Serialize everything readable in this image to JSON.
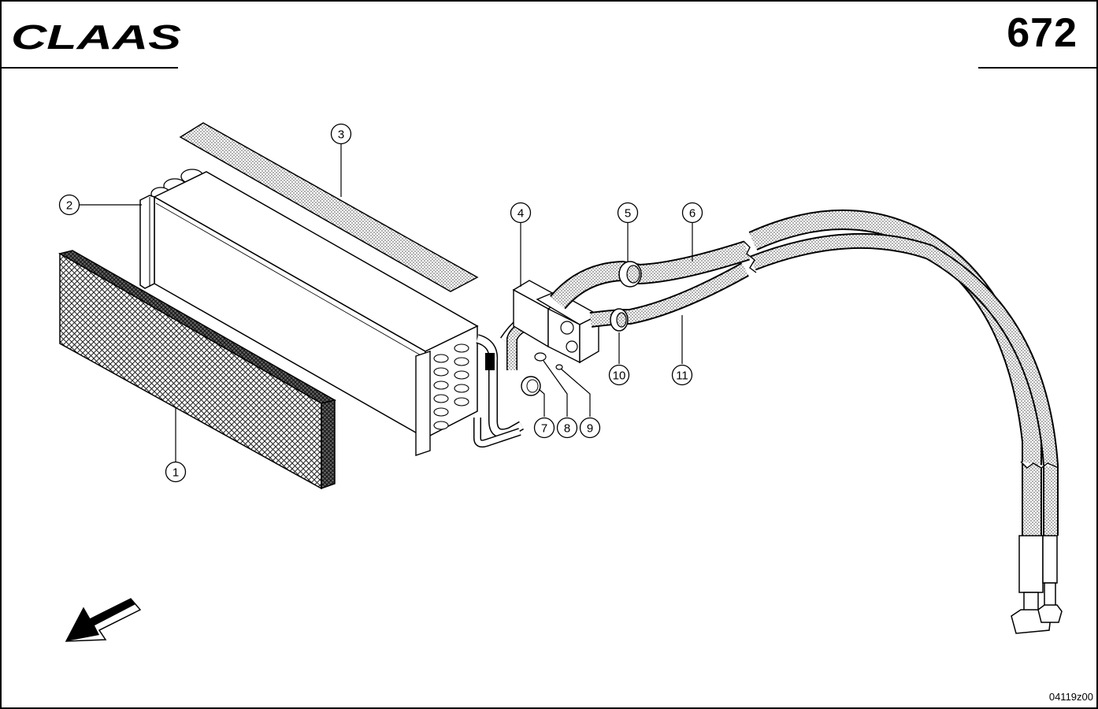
{
  "header": {
    "brand_logo": "CLAAS",
    "page_number": "672"
  },
  "footer": {
    "drawing_code": "04119z00"
  },
  "callouts": [
    {
      "number": "1"
    },
    {
      "number": "2"
    },
    {
      "number": "3"
    },
    {
      "number": "4"
    },
    {
      "number": "5"
    },
    {
      "number": "6"
    },
    {
      "number": "7"
    },
    {
      "number": "8"
    },
    {
      "number": "9"
    },
    {
      "number": "10"
    },
    {
      "number": "11"
    }
  ],
  "icons": {
    "direction": "direction-arrow-icon"
  }
}
